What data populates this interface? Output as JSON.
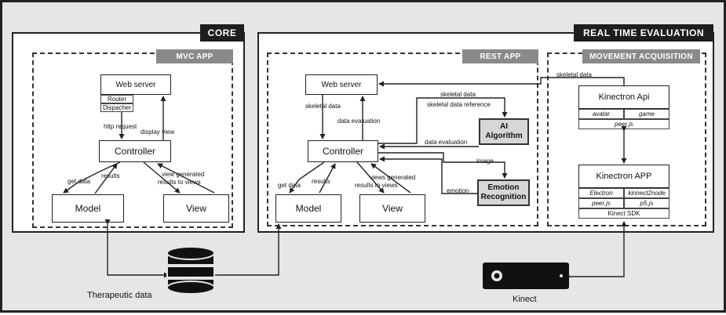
{
  "core": {
    "title": "CORE",
    "mvc_app": {
      "title": "MVC APP",
      "web_server": "Web server",
      "router": "Router",
      "dispatcher": "Dispacher",
      "controller": "Controller",
      "model": "Model",
      "view": "View",
      "edges": {
        "http_request": "http request",
        "display_view": "display view",
        "get_data": "get data",
        "results": "results",
        "view_generated": "view generated",
        "results_to_views": "results to views"
      }
    }
  },
  "realtime": {
    "title": "REAL TIME EVALUATION",
    "rest_app": {
      "title": "REST APP",
      "web_server": "Web server",
      "controller": "Controller",
      "model": "Model",
      "view": "View",
      "ai_algorithm": [
        "AI",
        "Algorithm"
      ],
      "emotion_recognition": [
        "Emotion",
        "Recognition"
      ],
      "edges": {
        "skeletal_data_ws": "skeletal data",
        "data_evaluation_ws": "data evaluation",
        "skeletal_data_ai": "skeletal data",
        "skeletal_data_reference": "skeletal data reference",
        "data_evaluation_ai": "data evaluation",
        "image": "image",
        "emotion": "emotion",
        "get_data": "get data",
        "results": "results",
        "views_generated": "views generated",
        "results_to_views": "results to views"
      }
    },
    "movement_acquisition": {
      "title": "MOVEMENT ACQUISITION",
      "skeletal_data": "skeletal data",
      "kinectron_api": {
        "title": "Kinectron Api",
        "items": [
          "avatar",
          "game",
          "peer.js"
        ]
      },
      "kinectron_app": {
        "title": "Kinectron APP",
        "items": [
          "Electron",
          "kinnect2node",
          "peer.js",
          "p5.js"
        ],
        "sdk": "Kinect SDK"
      }
    }
  },
  "external": {
    "database_label": "Therapeutic data",
    "kinect_label": "Kinect"
  }
}
